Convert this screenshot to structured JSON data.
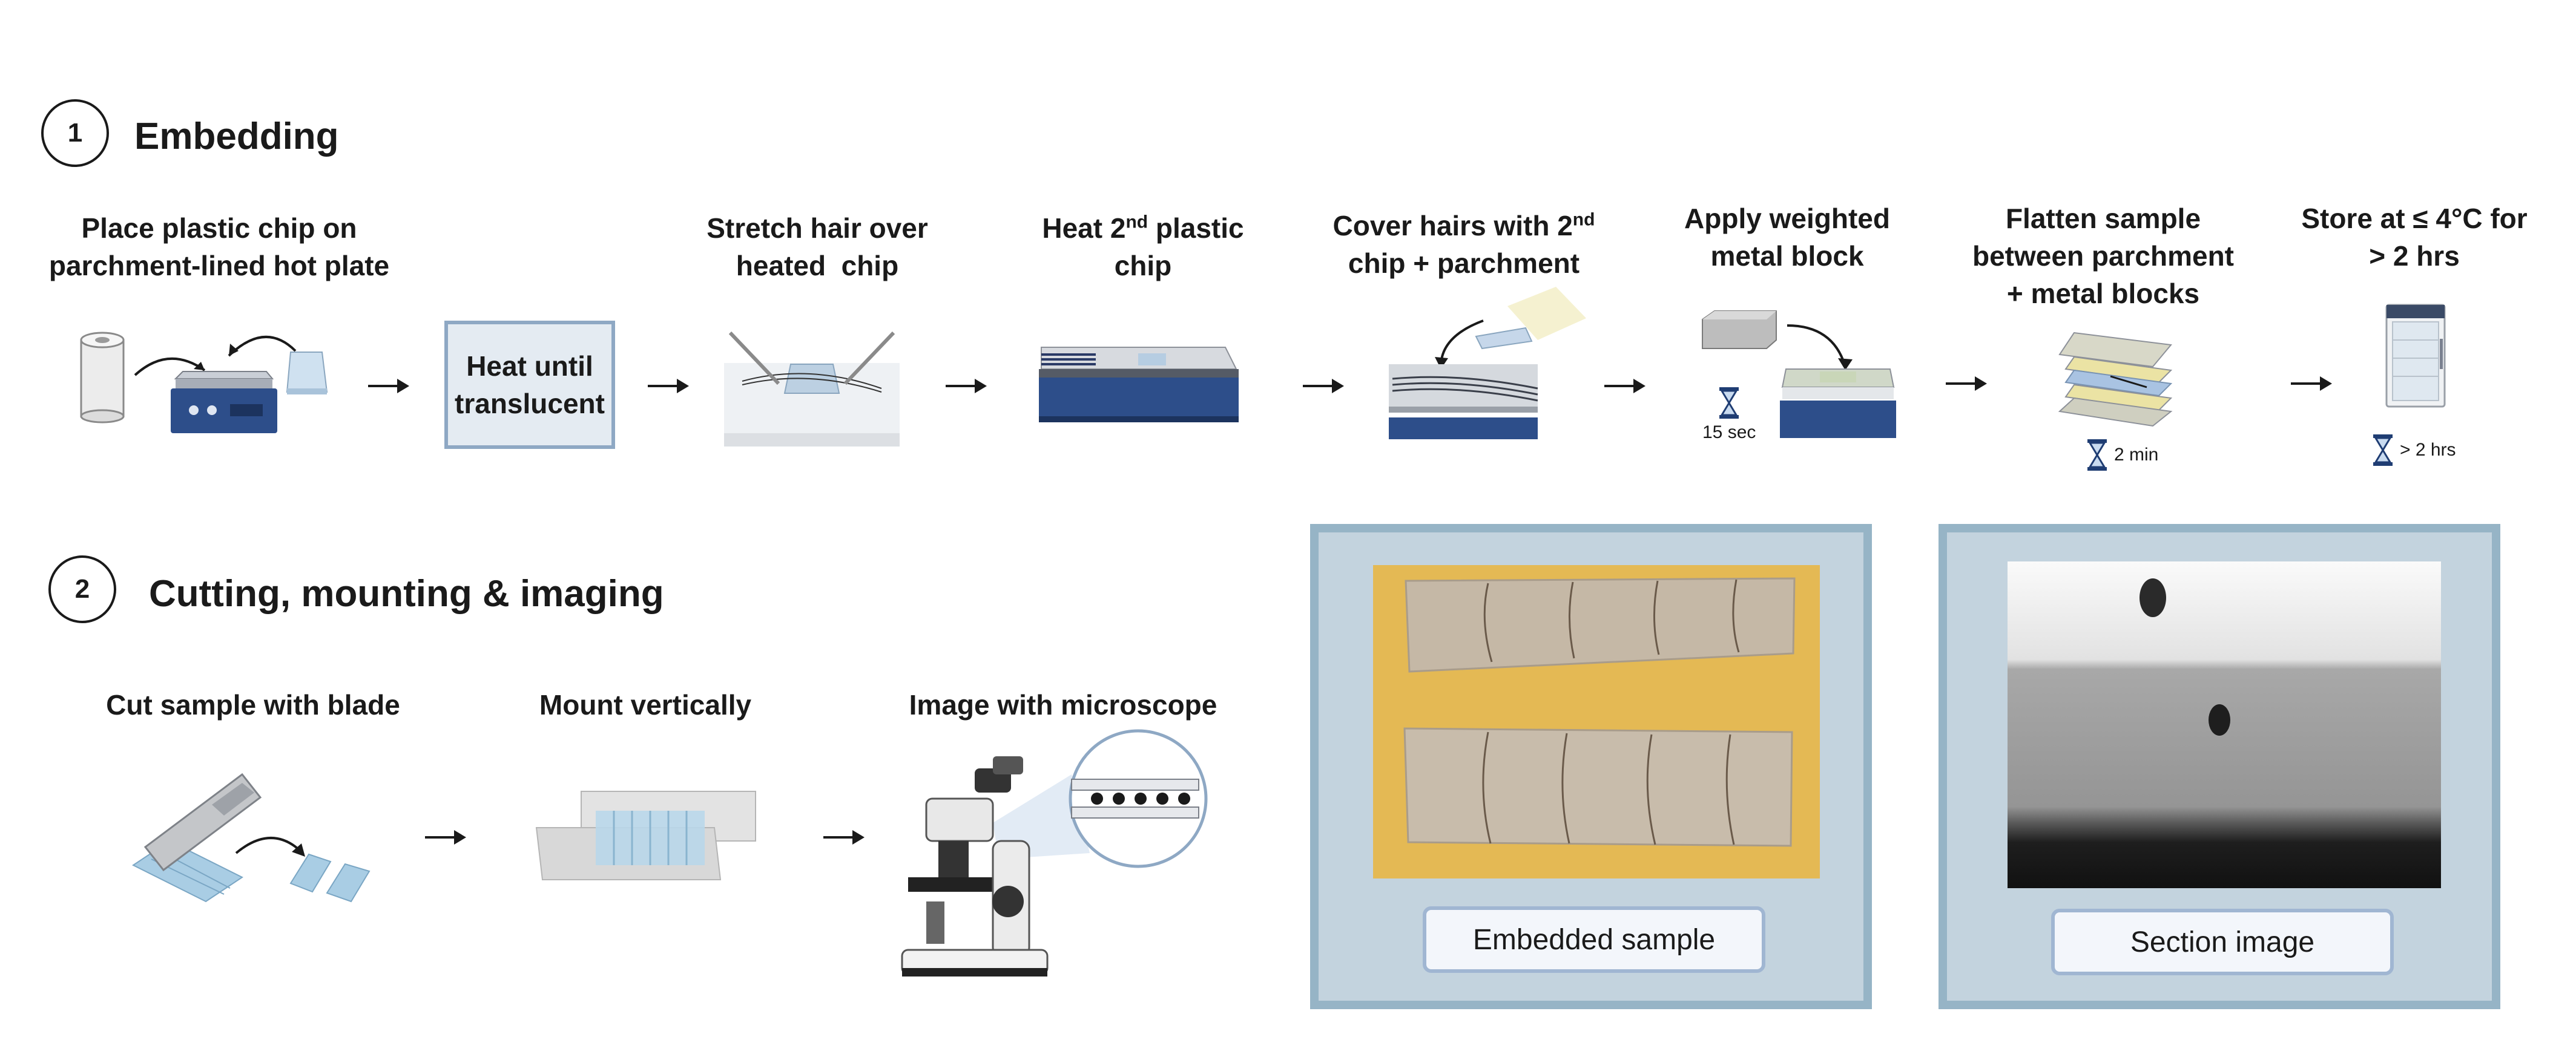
{
  "section1": {
    "number": "1",
    "title": "Embedding",
    "steps": [
      {
        "label": "Place plastic chip on\nparchment-lined hot plate"
      },
      {
        "label": "Heat until\ntranslucent"
      },
      {
        "label": "Stretch hair over\nheated  chip"
      },
      {
        "label_a": "Heat 2",
        "sup": "nd",
        "label_b": " plastic\nchip"
      },
      {
        "label_a": "Cover hairs with 2",
        "sup": "nd",
        "label_b": "\nchip + parchment"
      },
      {
        "label": "Apply weighted\nmetal block",
        "timer": "15 sec"
      },
      {
        "label": "Flatten sample\nbetween parchment\n+ metal blocks",
        "timer": "2 min"
      },
      {
        "label": "Store at ≤ 4°C for\n> 2 hrs",
        "timer": "> 2 hrs"
      }
    ]
  },
  "section2": {
    "number": "2",
    "title": "Cutting, mounting & imaging",
    "steps": [
      {
        "label": "Cut sample with blade"
      },
      {
        "label": "Mount vertically"
      },
      {
        "label": "Image with microscope"
      }
    ],
    "panels": [
      {
        "caption": "Embedded sample"
      },
      {
        "caption": "Section image"
      }
    ]
  },
  "colors": {
    "accent_blue": "#8ea8c4",
    "hotplate_blue": "#2d4e8a",
    "panel_fill": "#c3d3de",
    "panel_border": "#96b4c6",
    "sample_background": "#e8bf5a"
  },
  "icons": [
    "paper-roll-icon",
    "hot-plate-icon",
    "plastic-chip-icon",
    "tweezers-icon",
    "metal-block-icon",
    "hourglass-icon",
    "refrigerator-icon",
    "razor-blade-icon",
    "microscope-icon"
  ]
}
